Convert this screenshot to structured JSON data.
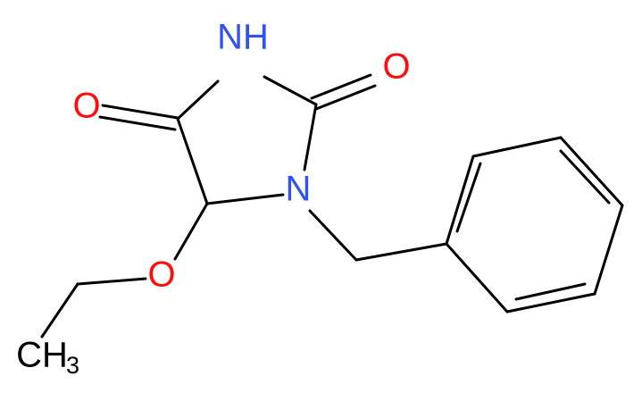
{
  "molecule": {
    "atoms": {
      "o_left": {
        "label": "O",
        "color": "#ff0d0d"
      },
      "o_right": {
        "label": "O",
        "color": "#ff0d0d"
      },
      "o_ether": {
        "label": "O",
        "color": "#ff0d0d"
      },
      "nh": {
        "label": "NH",
        "color": "#3050f8"
      },
      "n": {
        "label": "N",
        "color": "#3050f8"
      },
      "ch3": {
        "label": "CH",
        "subscript": "3",
        "color": "#000000"
      }
    },
    "bond_color": "#000000"
  }
}
